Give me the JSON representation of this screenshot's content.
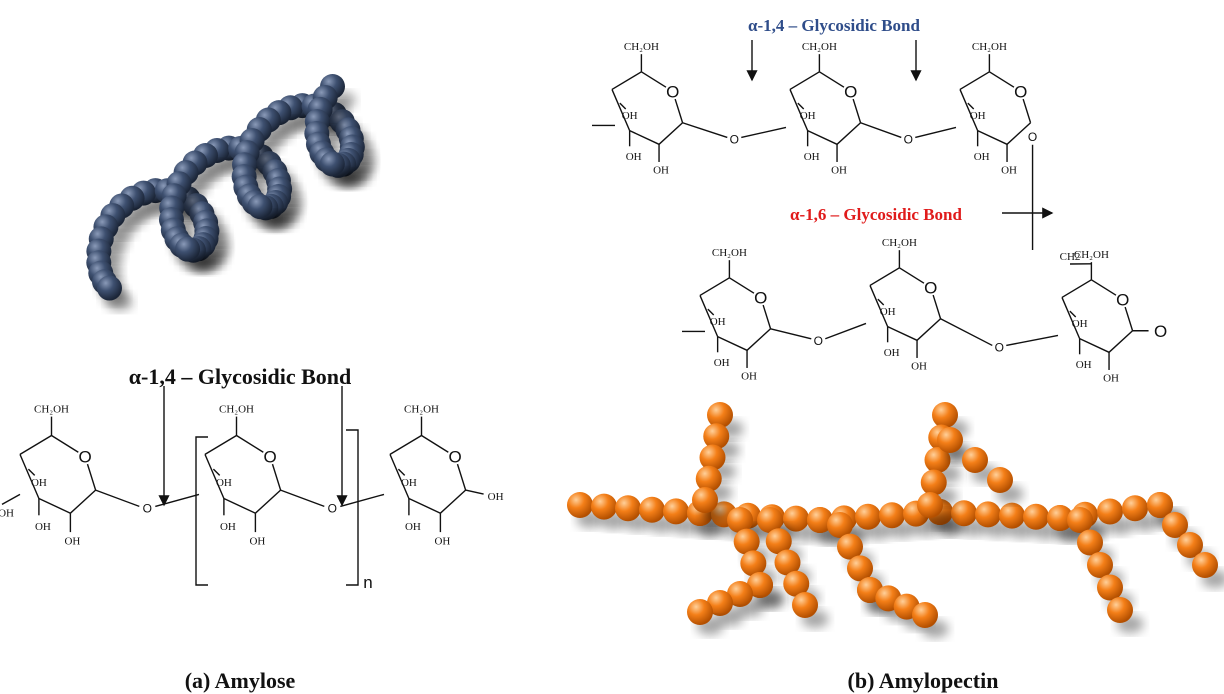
{
  "captions": {
    "amylose": "(a) Amylose",
    "amylopectin": "(b) Amylopectin"
  },
  "bond_labels": {
    "amylose_a14": "α-1,4 – Glycosidic Bond",
    "amylopectin_a14": "α-1,4 – Glycosidic Bond",
    "amylopectin_a16": "α-1,6 – Glycosidic Bond"
  },
  "atom_labels": {
    "ch2oh": "CH₂OH",
    "oh": "OH",
    "ring_o": "O",
    "bridge_o": "O",
    "ch2": "CH2",
    "repeat_n": "n"
  },
  "colors": {
    "amylose_bead": "#34455f",
    "amylopectin_bead": "#f07a14",
    "a14_label": "#2f4d8a",
    "a16_label": "#e01b1b",
    "amylose_caption_bond": "#111111"
  }
}
